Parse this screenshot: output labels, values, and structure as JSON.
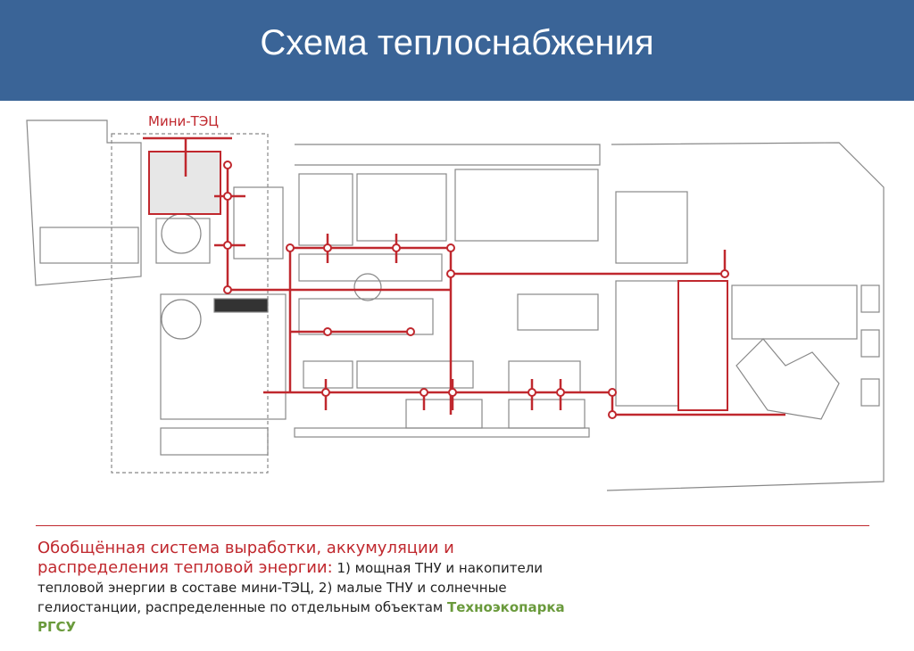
{
  "header": {
    "title": "Схема теплоснабжения"
  },
  "map": {
    "label_mini_tec": "Мини-ТЭЦ",
    "pipe_color": "#c0282e"
  },
  "caption": {
    "red_text": "Обобщённая система выработки, аккумуляции и распределения тепловой энергии:",
    "body_text": " 1) мощная ТНУ и накопители тепловой энергии в составе мини-ТЭЦ, 2) малые ТНУ и солнечные гелиостанции, распределенные по отдельным объектам ",
    "highlight": "Техноэкопарка РГСУ"
  }
}
